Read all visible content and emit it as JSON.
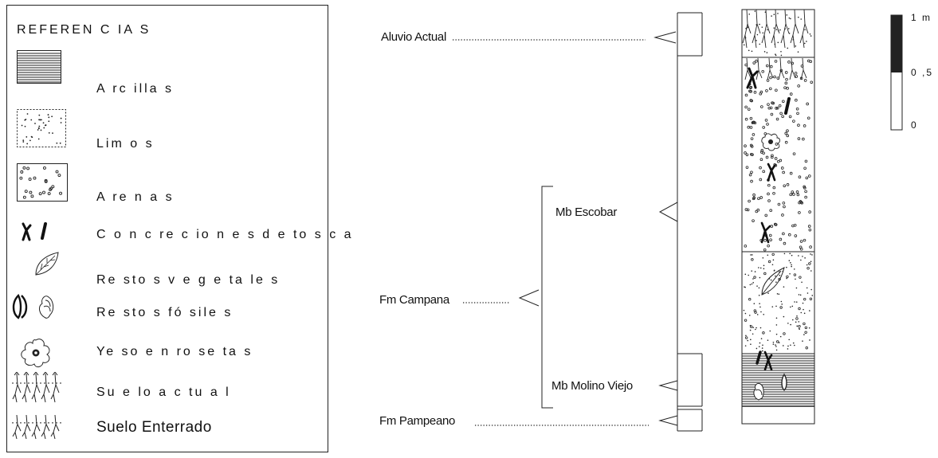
{
  "legend": {
    "title": "REFEREN C IA S",
    "items": [
      {
        "icon": "clay-hatch-icon",
        "label": "A rc illa s"
      },
      {
        "icon": "silt-dots-icon",
        "label": "Lim o s"
      },
      {
        "icon": "sand-circles-icon",
        "label": "A re n a s"
      },
      {
        "icon": "tosca-concretion-icon",
        "label": "C o n c re c io n e s d e  to s c a"
      },
      {
        "icon": "leaf-icon",
        "label": "Re sto s v e g e ta le s"
      },
      {
        "icon": "fossil-shell-icon",
        "label": "Re sto s fó sile s"
      },
      {
        "icon": "gypsum-rosette-icon",
        "label": "Ye so  e n  ro se ta s"
      },
      {
        "icon": "current-soil-icon",
        "label": "Su e lo  a c tu a l"
      },
      {
        "icon": "buried-soil-icon",
        "label": "Suelo Enterrado"
      }
    ]
  },
  "units": {
    "aluvio": "Aluvio Actual",
    "campana": "Fm Campana",
    "escobar": "Mb Escobar",
    "molino": "Mb Molino Viejo",
    "pampeano": "Fm Pampeano"
  },
  "scale": {
    "top": "1  m",
    "mid": "0 ,5",
    "bottom": "0"
  },
  "colors": {
    "ink": "#111111",
    "scale_fill": "#222222",
    "background": "#ffffff"
  }
}
